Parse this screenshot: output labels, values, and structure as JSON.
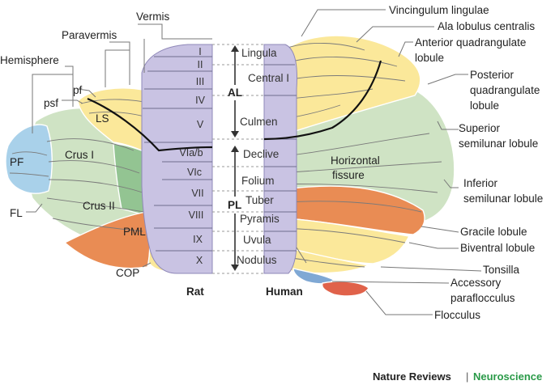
{
  "diagram": {
    "rat_panel": {
      "caption": "Rat",
      "lobules": [
        "I",
        "II",
        "III",
        "IV",
        "V",
        "VIa/b",
        "VIc",
        "VII",
        "VIII",
        "IX",
        "X"
      ],
      "regions": [
        "PF",
        "Crus I",
        "Crus II",
        "LS",
        "PML",
        "COP"
      ],
      "leader_labels": [
        "Vermis",
        "Paravermis",
        "Hemisphere",
        "psf",
        "pf",
        "FL"
      ]
    },
    "human_panel": {
      "caption": "Human",
      "lobules": [
        "Lingula",
        "Central I",
        "Culmen",
        "Declive",
        "Folium",
        "Tuber",
        "Pyramis",
        "Uvula",
        "Nodulus"
      ],
      "fissure_label": "Horizontal fissure",
      "labels": [
        "Vincingulum lingulae",
        "Ala lobulus centralis",
        "Anterior quadrangulate lobule",
        "Posterior quadrangulate lobule",
        "Superior semilunar lobule",
        "Inferior semilunar lobule",
        "Gracile lobule",
        "Biventral lobule",
        "Tonsilla",
        "Accessory paraflocculus",
        "Flocculus"
      ]
    },
    "lobe_markers": [
      "AL",
      "PL"
    ],
    "colors": {
      "vermis": "#c9c3e3",
      "anterior": "#fbe89a",
      "posterior": "#cfe3c4",
      "posterior_dark": "#93c492",
      "gracile": "#e98c54",
      "paraflocculus": "#7fa8d4",
      "flocculus": "#e0624a",
      "pf": "#a9d1ea"
    }
  },
  "footer": {
    "journal": "Nature Reviews",
    "separator": "|",
    "subject": "Neuroscience",
    "subject_color": "#2a9a48"
  }
}
